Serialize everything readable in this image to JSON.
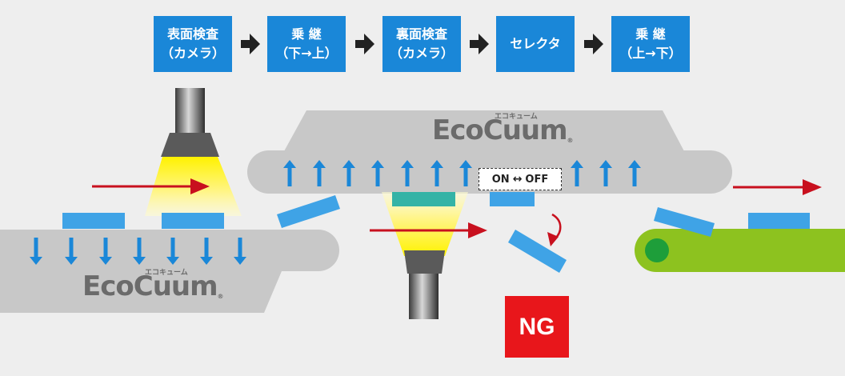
{
  "process_steps": [
    {
      "line1": "表面検査",
      "line2": "（カメラ）"
    },
    {
      "line1": "乗 継",
      "line2": "（下→上）"
    },
    {
      "line1": "裏面検査",
      "line2": "（カメラ）"
    },
    {
      "line1": "セレクタ",
      "line2": ""
    },
    {
      "line1": "乗 継",
      "line2": "（上→下）"
    }
  ],
  "logo": {
    "brand_main": "EcoCuum",
    "brand_kana": "エコキューム",
    "registered_mark": "®"
  },
  "selector_switch": {
    "on_label": "ON",
    "arrow": "↔",
    "off_label": "OFF"
  },
  "reject_label": "NG",
  "colors": {
    "step_box": "#1a87d8",
    "flow_arrow": "#222222",
    "conveyor_gray": "#c8c8c8",
    "workpiece": "#3fa3e6",
    "transport_arrow": "#c8101e",
    "light_cone": "#fff200",
    "ng_box": "#e8161b",
    "belt_green": "#8dc21f",
    "roller_green": "#1e9e3a"
  }
}
